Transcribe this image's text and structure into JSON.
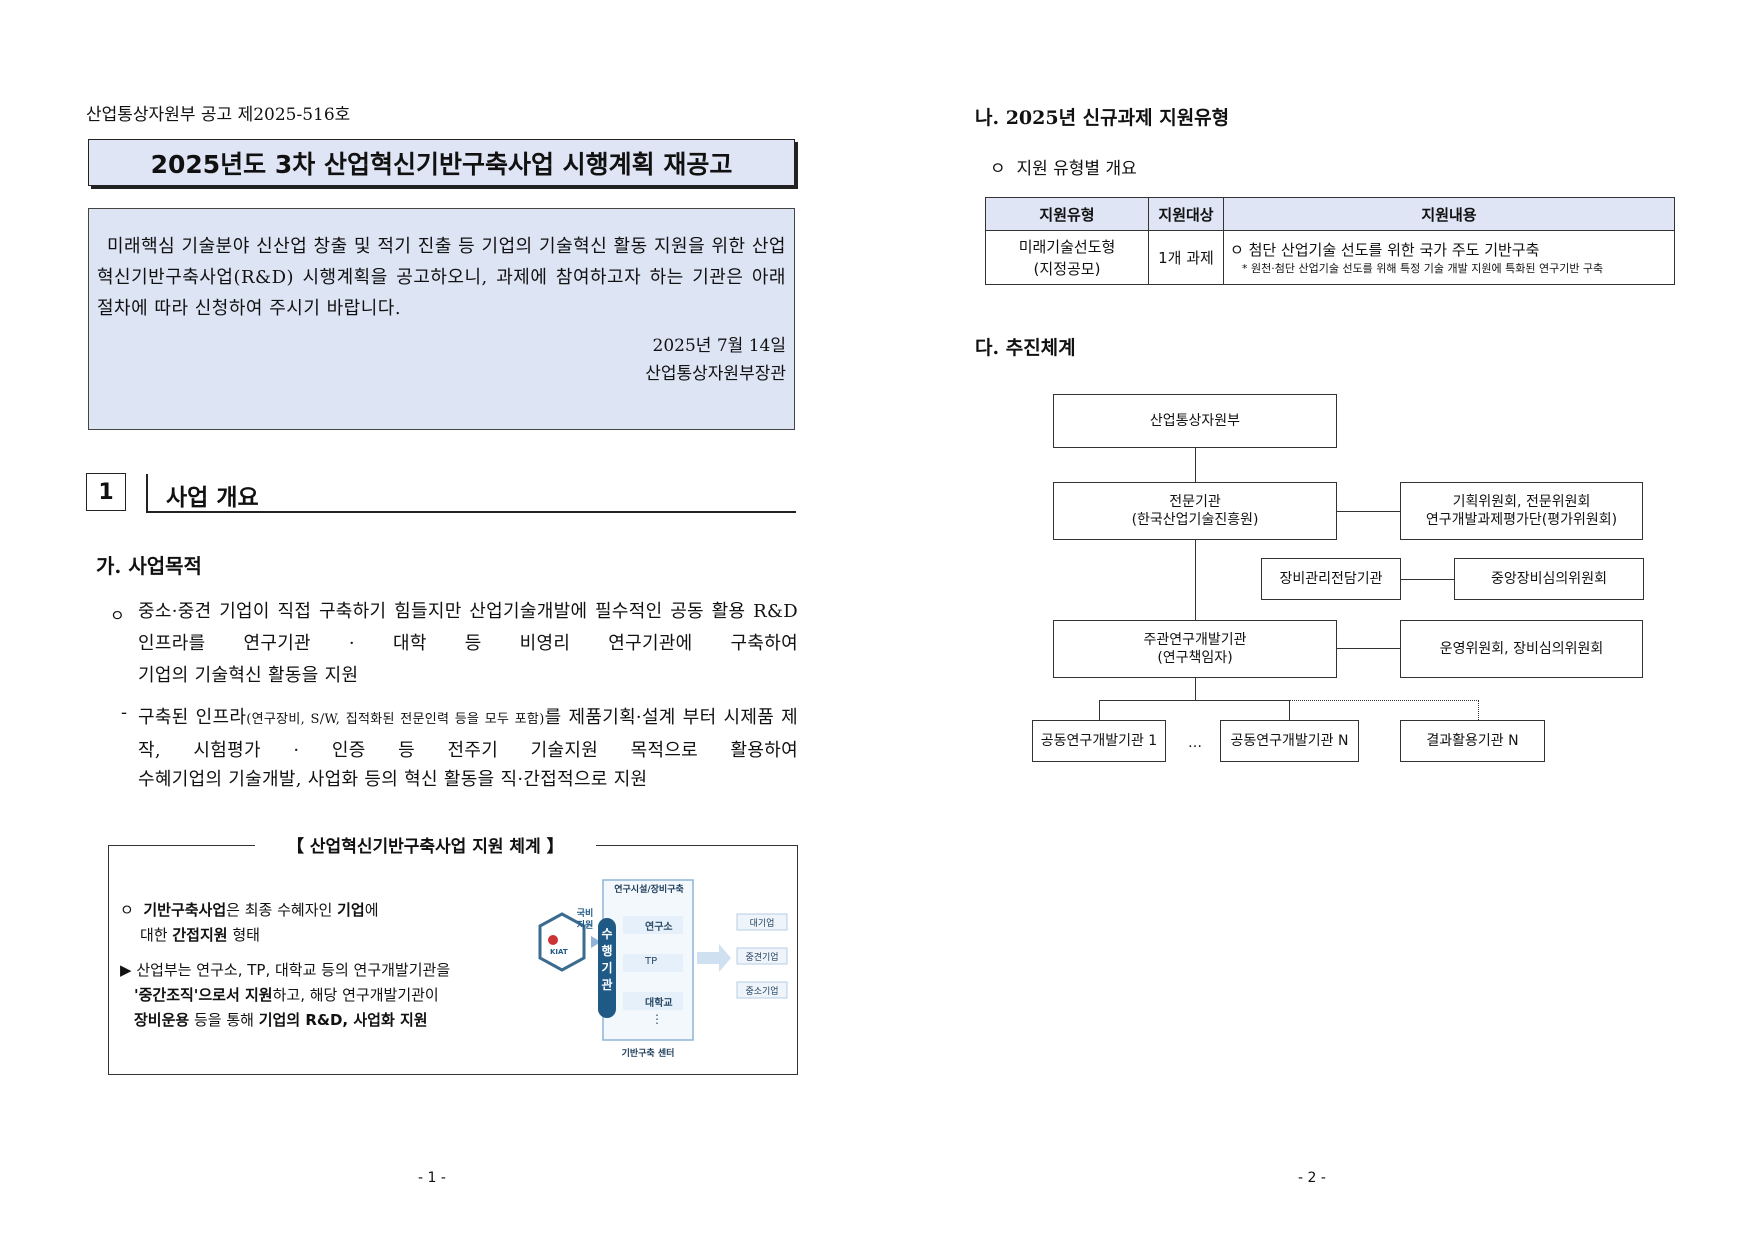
{
  "page1": {
    "notice_number": "산업통상자원부 공고 제2025-516호",
    "title": "2025년도 3차 산업혁신기반구축사업 시행계획 재공고",
    "notice_body": "미래핵심 기술분야 신산업 창출 및 적기 진출 등 기업의 기술혁신 활동 지원을 위한 산업혁신기반구축사업(R&D) 시행계획을 공고하오니, 과제에 참여하고자 하는 기관은 아래 절차에 따라 신청하여 주시기 바랍니다.",
    "date": "2025년 7월 14일",
    "issuer": "산업통상자원부장관",
    "section_number": "1",
    "section_title": "사업 개요",
    "subsection_a": "가. 사업목적",
    "bullet_marker": "ㅇ",
    "bullet1": "중소·중견 기업이 직접 구축하기 힘들지만 산업기술개발에 필수적인 공동 활용 R&D 인프라를 연구기관 · 대학 등 비영리 연구기관에 구축하여",
    "bullet1_last": "기업의 기술혁신 활동을 지원",
    "dash_marker": "-",
    "sub1_a": "구축된 인프라",
    "sub1_small": "(연구장비, S/W, 집적화된 전문인력 등을 모두 포함)",
    "sub1_b": "를 제품기획·설계 부터 시제품 제작, 시험평가 · 인증 등 전주기 기술지원 목적으로 활용하여",
    "sub1_last": "수혜기업의 기술개발, 사업화 등의 혁신 활동을 직·간접적으로 지원",
    "box_title": "【 산업혁신기반구축사업 지원 체계 】",
    "box_p1_a": "기반구축사업",
    "box_p1_b": "은 최종 수혜자인 ",
    "box_p1_c": "기업",
    "box_p1_d": "에",
    "box_p1_e": "대한 ",
    "box_p1_f": "간접지원",
    "box_p1_g": " 형태",
    "box_p2_marker": "▶",
    "box_p2_a": "산업부는 연구소, TP, 대학교 등의 연구개발기관을",
    "box_p2_b": "'중간조직'으로서 지원",
    "box_p2_c": "하고, 해당 연구개발기관이",
    "box_p2_d": "장비운용",
    "box_p2_e": " 등을 통해 ",
    "box_p2_f": "기업의 R&D, 사업화 지원",
    "diagram": {
      "top_label": "연구시설/장비구축",
      "funding_label": "국비\n지원",
      "executor_label": "수행기관",
      "inst1": "연구소",
      "inst2": "TP",
      "inst3": "대학교",
      "dots": "⋮",
      "bottom_label": "기반구축 센터",
      "logo_text": "KIAT",
      "co1": "대기업",
      "co2": "중견기업",
      "co3": "중소기업"
    },
    "page_number": "- 1 -"
  },
  "page2": {
    "section_b": "나. 2025년 신규과제 지원유형",
    "bullet_marker": "ㅇ",
    "b_bullet": "지원 유형별 개요",
    "table": {
      "headers": [
        "지원유형",
        "지원대상",
        "지원내용"
      ],
      "row_type_1": "미래기술선도형",
      "row_type_2": "(지정공모)",
      "row_target": "1개 과제",
      "row_content_main": "첨단 산업기술 선도를 위한 국가 주도 기반구축",
      "row_content_note": "* 원천·첨단 산업기술 선도를 위해 특정 기술 개발 지원에 특화된 연구기반 구축"
    },
    "section_c": "다. 추진체계",
    "org": {
      "ministry": "산업통상자원부",
      "agency_1": "전문기관",
      "agency_2": "(한국산업기술진흥원)",
      "committee_1": "기획위원회, 전문위원회",
      "committee_2": "연구개발과제평가단(평가위원회)",
      "equip_agency": "장비관리전담기관",
      "central_committee": "중앙장비심의위원회",
      "lead_1": "주관연구개발기관",
      "lead_2": "(연구책임자)",
      "ops_committee": "운영위원회, 장비심의위원회",
      "joint_1": "공동연구개발기관 1",
      "ellipsis": "…",
      "joint_n": "공동연구개발기관 N",
      "result_n": "결과활용기관 N"
    },
    "page_number": "- 2 -"
  }
}
